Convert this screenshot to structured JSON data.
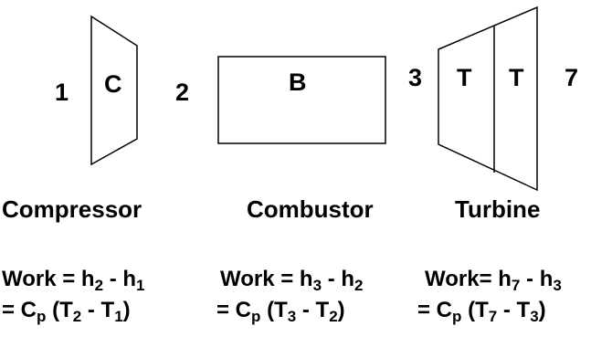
{
  "stations": {
    "s1": "1",
    "s2": "2",
    "s3": "3",
    "s7": "7"
  },
  "components": {
    "compressor_letter": "C",
    "combustor_letter": "B",
    "turbine_letter_a": "T",
    "turbine_letter_b": "T",
    "compressor_name": "Compressor",
    "combustor_name": "Combustor",
    "turbine_name": "Turbine"
  },
  "equations": {
    "compressor": {
      "work_label": "Work = h",
      "sub_a": "2",
      "minus": " - h",
      "sub_b": "1",
      "cp_label": "= C",
      "cp_sub": "p",
      "paren_open": " (T",
      "t_sub_a": "2",
      "t_minus": " - T",
      "t_sub_b": "1",
      "paren_close": ")"
    },
    "combustor": {
      "work_label": "Work  = h",
      "sub_a": "3",
      "minus": " - h",
      "sub_b": "2",
      "cp_label": "= C",
      "cp_sub": "p",
      "paren_open": " (T",
      "t_sub_a": "3",
      "t_minus": " - T",
      "t_sub_b": "2",
      "paren_close": ")"
    },
    "turbine": {
      "work_label": "Work= h",
      "sub_a": "7",
      "minus": " - h",
      "sub_b": "3",
      "cp_label": "= C",
      "cp_sub": "p",
      "paren_open": " (T",
      "t_sub_a": "7",
      "t_minus": " - T",
      "t_sub_b": "3",
      "paren_close": ")"
    }
  }
}
